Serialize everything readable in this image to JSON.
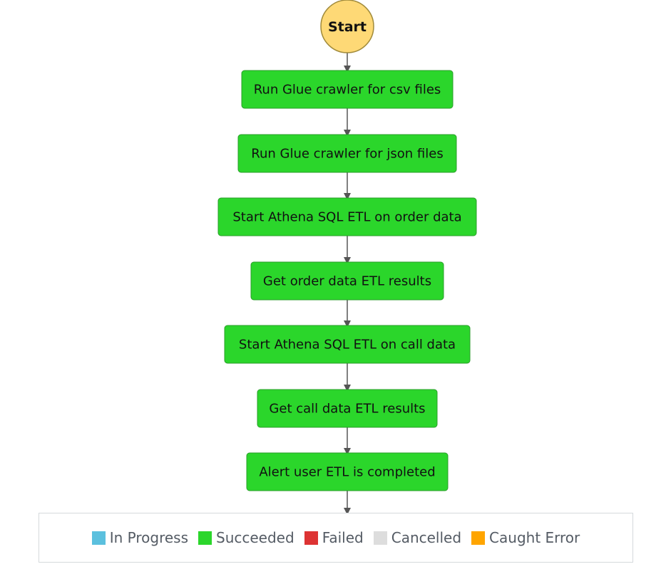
{
  "start_node": {
    "label": "Start",
    "color": "#fed976",
    "border": "#a08a3a"
  },
  "states": [
    {
      "label": "Run Glue crawler for csv files",
      "status": "Succeeded"
    },
    {
      "label": "Run Glue crawler for json files",
      "status": "Succeeded"
    },
    {
      "label": "Start Athena SQL ETL on order data",
      "status": "Succeeded"
    },
    {
      "label": "Get order data ETL results",
      "status": "Succeeded"
    },
    {
      "label": "Start Athena SQL ETL on call data",
      "status": "Succeeded"
    },
    {
      "label": "Get call data ETL results",
      "status": "Succeeded"
    },
    {
      "label": "Alert user ETL is completed",
      "status": "Succeeded"
    }
  ],
  "legend": [
    {
      "label": "In Progress",
      "color": "#5bc0de"
    },
    {
      "label": "Succeeded",
      "color": "#2bd62b"
    },
    {
      "label": "Failed",
      "color": "#dd3333"
    },
    {
      "label": "Cancelled",
      "color": "#dddddd"
    },
    {
      "label": "Caught Error",
      "color": "#ffa500"
    }
  ],
  "colors": {
    "succeeded_fill": "#2bd62b",
    "succeeded_border": "#2a9d2a",
    "edge": "#555555"
  }
}
